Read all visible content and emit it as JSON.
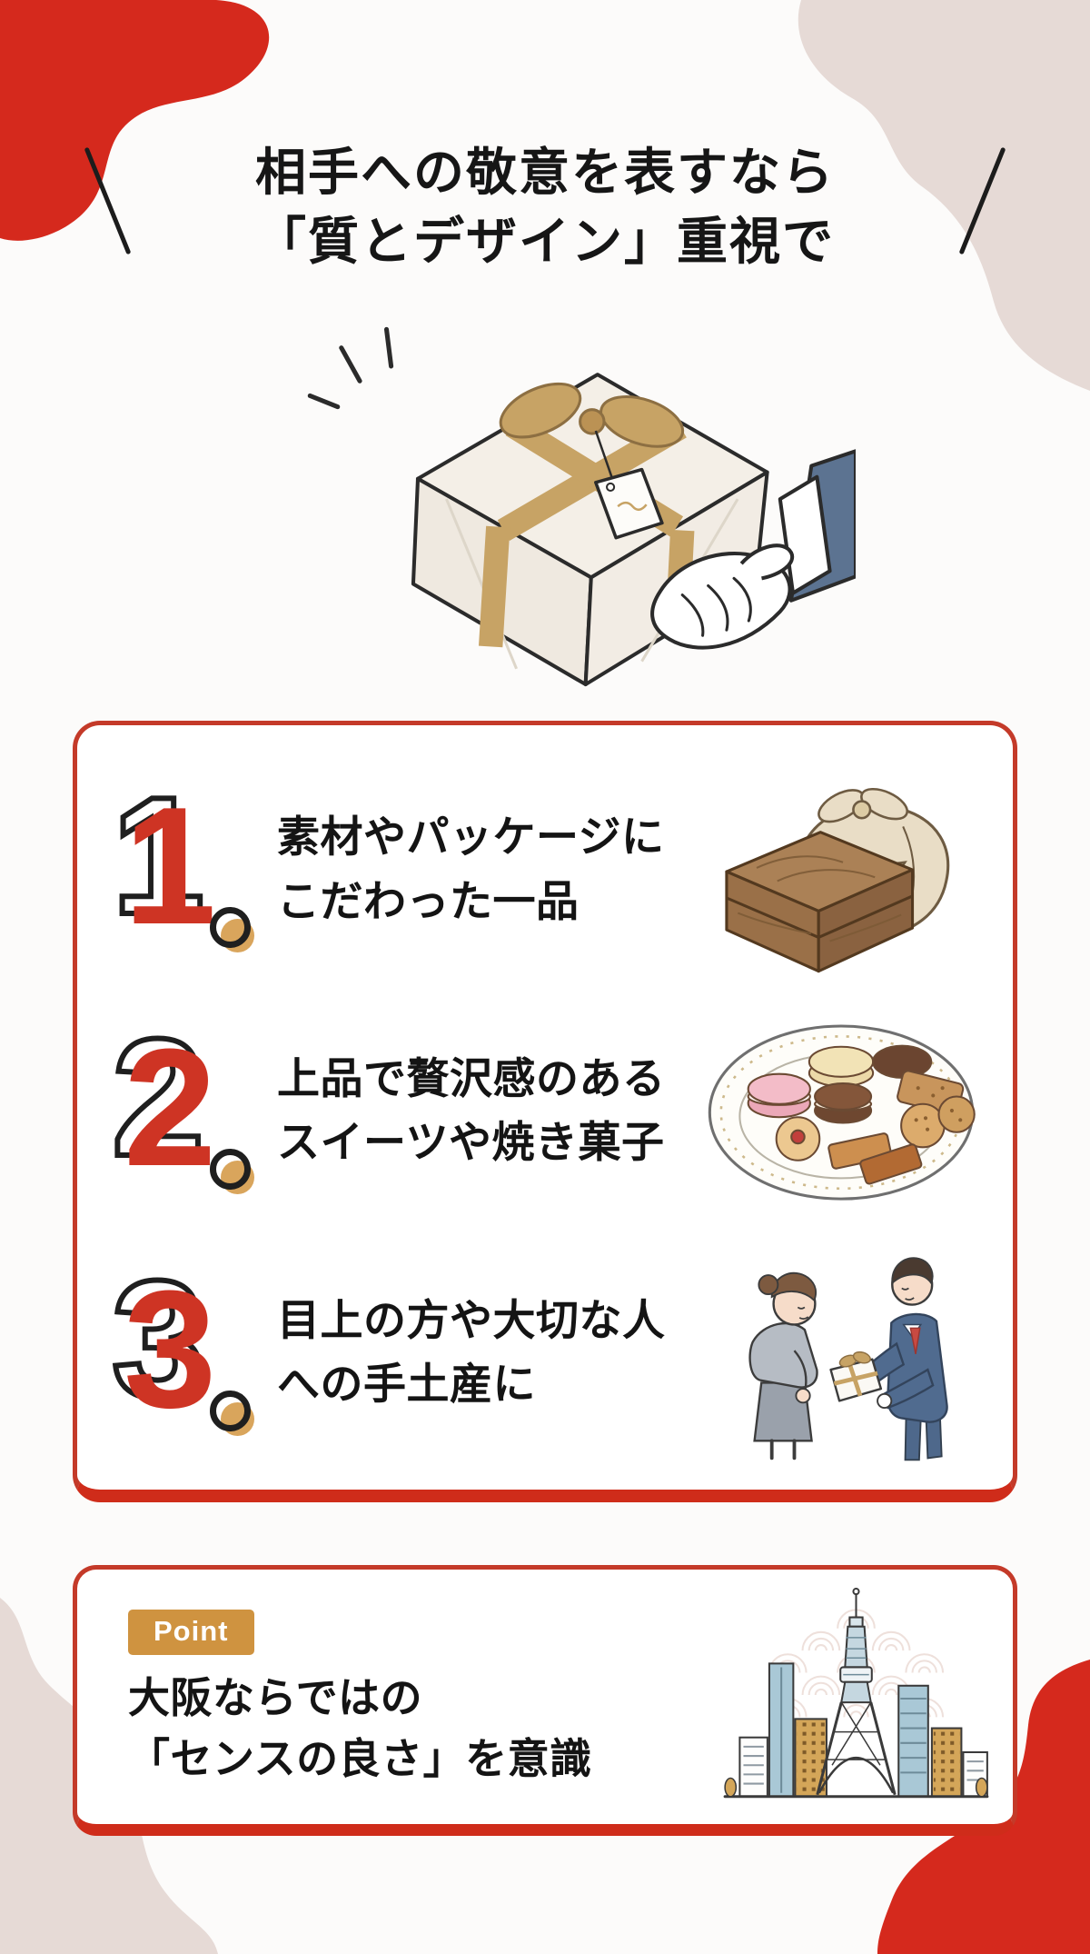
{
  "header": {
    "title_line1": "相手への敬意を表すなら",
    "title_line2": "「質とデザイン」重視で"
  },
  "hero": {
    "illustration": "gift-box-handoff"
  },
  "reasons": {
    "items": [
      {
        "number": "1",
        "line1": "素材やパッケージに",
        "line2": "こだわった一品",
        "illustration": "wooden-box-and-furoshiki-wrap"
      },
      {
        "number": "2",
        "line1": "上品で贅沢感のある",
        "line2": "スイーツや焼き菓子",
        "illustration": "assorted-sweets-plate"
      },
      {
        "number": "3",
        "line1": "目上の方や大切な人",
        "line2": "への手土産に",
        "illustration": "business-gift-exchange"
      }
    ]
  },
  "point": {
    "badge_label": "Point",
    "line1": "大阪ならではの",
    "line2": "「センスの良さ」を意識",
    "illustration": "osaka-skyline"
  },
  "colors": {
    "accent_red": "#cf2c1a",
    "soft_pink": "#e6dad6",
    "gold_badge": "#cf9340",
    "number_red": "#ce3424",
    "dot_gold": "#d9a55c",
    "text_black": "#141414"
  }
}
